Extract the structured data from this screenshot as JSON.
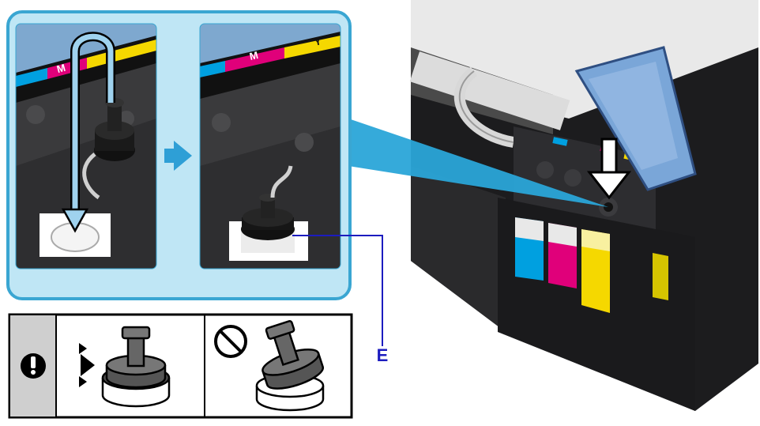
{
  "callout": {
    "label": "E",
    "color": "#1c1cbf"
  },
  "ink_labels": {
    "magenta_left": "M",
    "magenta_right": "M",
    "yellow_right": "Y"
  },
  "colors": {
    "panel_border": "#3aa6d2",
    "panel_fill": "#bfe6f5",
    "beam": "#2aa5d8",
    "arrow_blue": "#2e9fd6",
    "cyan_ink": "#00a0e0",
    "magenta_ink": "#e0007a",
    "yellow_ink": "#f5d800",
    "cover_blue": "#7aa6d8"
  },
  "icons": [
    "important-icon",
    "prohibited-icon",
    "arrow-right-icon",
    "arrow-down-icon"
  ]
}
